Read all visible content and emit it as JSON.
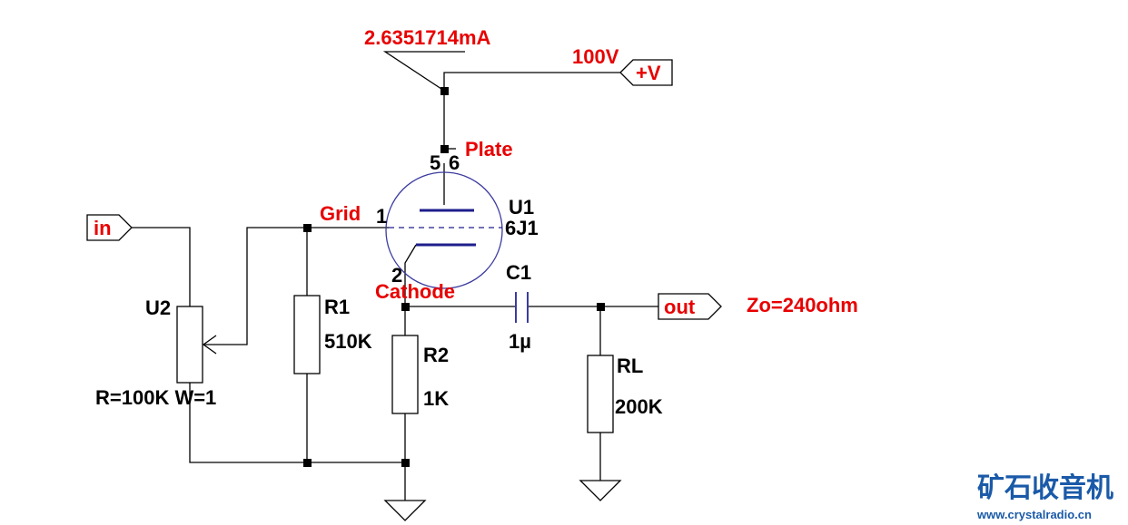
{
  "current_label": "2.6351714mA",
  "supply": {
    "voltage": "100V",
    "port_label": "+V"
  },
  "input_port": "in",
  "output_port": "out",
  "output_impedance": "Zo=240ohm",
  "tube": {
    "ref": "U1",
    "model": "6J1",
    "pins": {
      "plate": "5",
      "plate2": "6",
      "grid": "1",
      "cathode": "2"
    },
    "labels": {
      "plate": "Plate",
      "grid": "Grid",
      "cathode": "Cathode"
    }
  },
  "potentiometer": {
    "ref": "U2",
    "params": "R=100K W=1"
  },
  "resistors": [
    {
      "ref": "R1",
      "value": "510K"
    },
    {
      "ref": "R2",
      "value": "1K"
    },
    {
      "ref": "RL",
      "value": "200K"
    }
  ],
  "capacitor": {
    "ref": "C1",
    "value": "1µ"
  },
  "watermark": {
    "cn": "矿石收音机",
    "url": "www.crystalradio.cn"
  },
  "colors": {
    "label_red": "#e80000",
    "tube_blue": "#1e1e8c",
    "brand_blue": "#1a5aa8"
  }
}
